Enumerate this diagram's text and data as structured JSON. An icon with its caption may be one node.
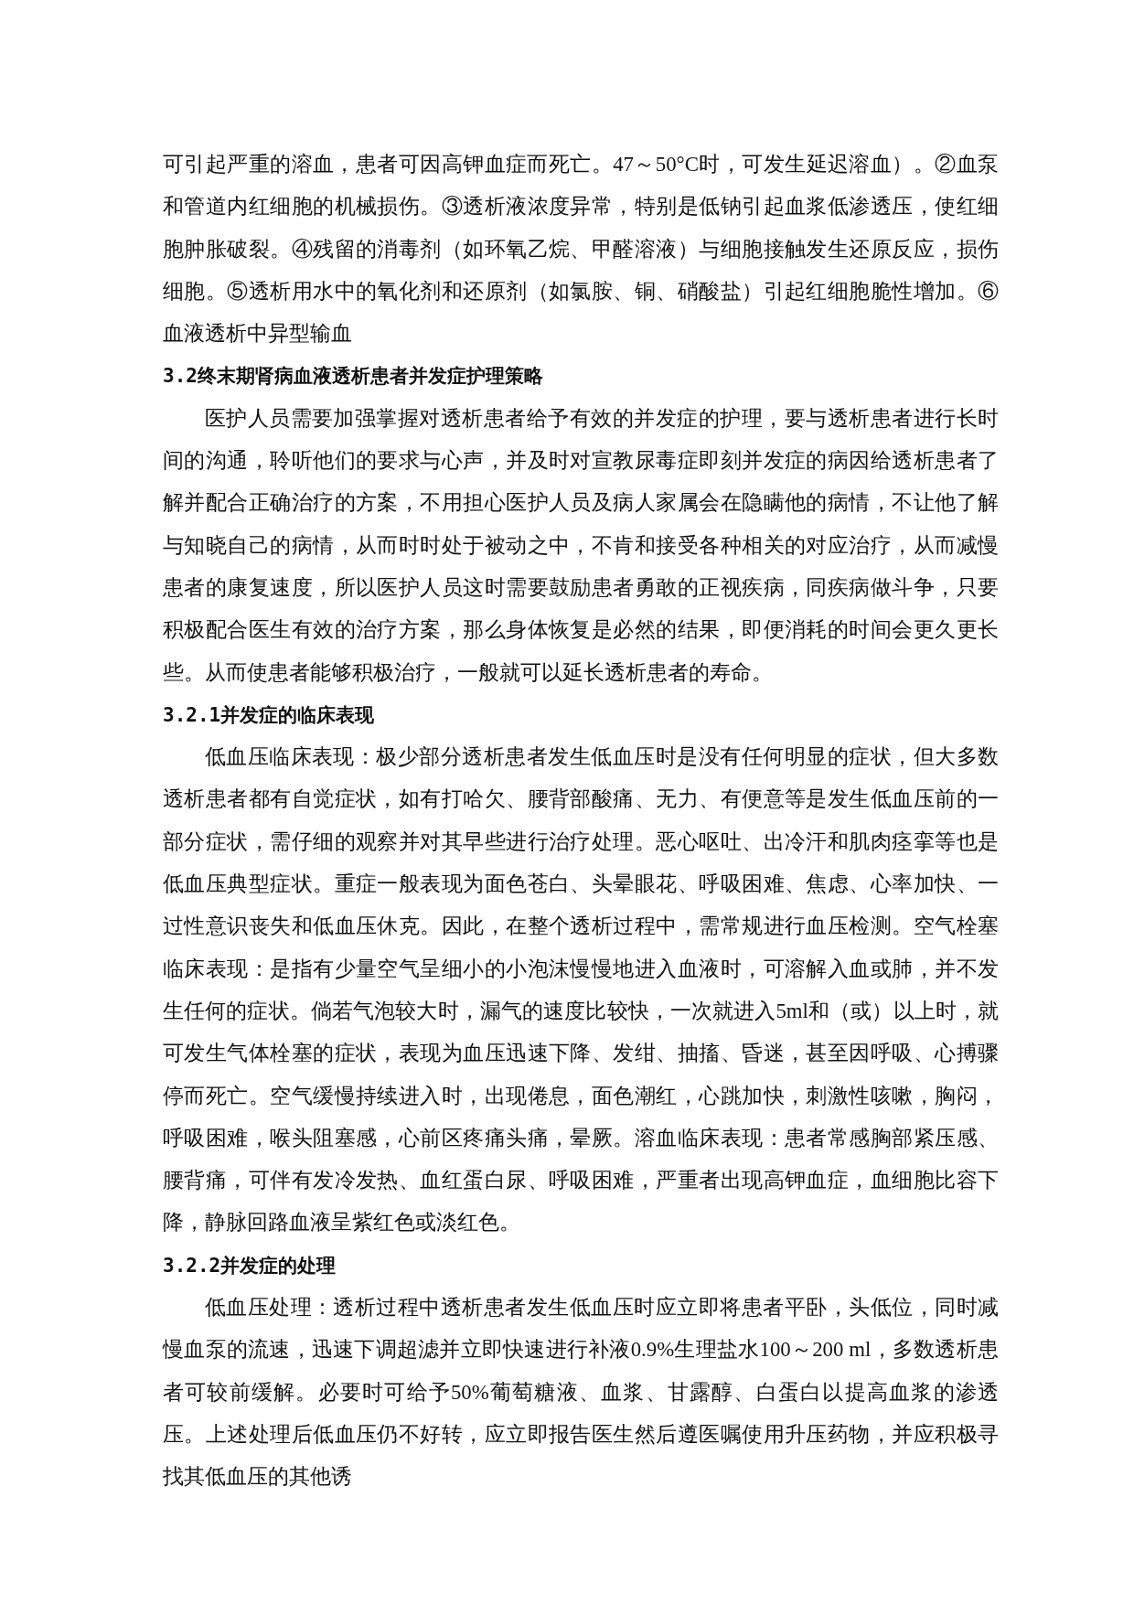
{
  "diagram": {
    "labels": [
      "可引起严重的溶血，患者可因高钾血症而死亡。47～50°C时，可发生延迟溶血）。②血泵和管道内红细胞的机械损伤。③透析液浓度异常，特别是低钠引起血浆低渗透压，使红细胞肿胀破裂。④残留的消毒剂（如环氧乙烷、甲醛溶液）与细胞接触发生还原反应，损伤细胞。⑤透析用水中的氧化剂和还原剂（如氯胺、铜、硝酸盐）引起红细胞脆性增加。⑥血液透析中异型输血",
      "3.2终末期肾病血液透析患者并发症护理策略",
      "医护人员需要加强掌握对透析患者给予有效的并发症的护理，要与透析患者进行长时间的沟通，聆听他们的要求与心声，并及时对宣教尿毒症即刻并发症的病因给透析患者了解并配合正确治疗的方案，不用担心医护人员及病人家属会在隐瞒他的病情，不让他了解与知晓自己的病情，从而时时处于被动之中，不肯和接受各种相关的对应治疗，从而减慢患者的康复速度，所以医护人员这时需要鼓励患者勇敢的正视疾病，同疾病做斗争，只要积极配合医生有效的治疗方案，那么身体恢复是必然的结果，即便消耗的时间会更久更长些。从而使患者能够积极治疗，一般就可以延长透析患者的寿命。",
      "3.2.1并发症的临床表现",
      "低血压临床表现：极少部分透析患者发生低血压时是没有任何明显的症状，但大多数透析患者都有自觉症状，如有打哈欠、腰背部酸痛、无力、有便意等是发生低血压前的一部分症状，需仔细的观察并对其早些进行治疗处理。恶心呕吐、出冷汗和肌肉痉挛等也是低血压典型症状。重症一般表现为面色苍白、头晕眼花、呼吸困难、焦虑、心率加快、一过性意识丧失和低血压休克。因此，在整个透析过程中，需常规进行血压检测。空气栓塞临床表现：是指有少量空气呈细小的小泡沫慢慢地进入血液时，可溶解入血或肺，并不发生任何的症状。倘若气泡较大时，漏气的速度比较快，一次就进入5ml和（或）以上时，就可发生气体栓塞的症状，表现为血压迅速下降、发绀、抽搐、昏迷，甚至因呼吸、心搏骤停而死亡。空气缓慢持续进入时，出现倦息，面色潮红，心跳加快，刺激性咳嗽，胸闷，呼吸困难，喉头阻塞感，心前区疼痛头痛，晕厥。溶血临床表现：患者常感胸部紧压感、腰背痛，可伴有发冷发热、血红蛋白尿、呼吸困难，严重者出现高钾血症，血细胞比容下降，静脉回路血液呈紫红色或淡红色。",
      "3.2.2并发症的处理",
      "低血压处理：透析过程中透析患者发生低血压时应立即将患者平卧，头低位，同时减慢血泵的流速，迅速下调超滤并立即快速进行补液0.9%生理盐水100～200 ml，多数透析患者可较前缓解。必要时可给予50%葡萄糖液、血浆、甘露醇、白蛋白以提高血浆的渗透压。上述处理后低血压仍不好转，应立即报告医生然后遵医嘱使用升压药物，并应积极寻找其低血压的其他诱"
    ]
  }
}
